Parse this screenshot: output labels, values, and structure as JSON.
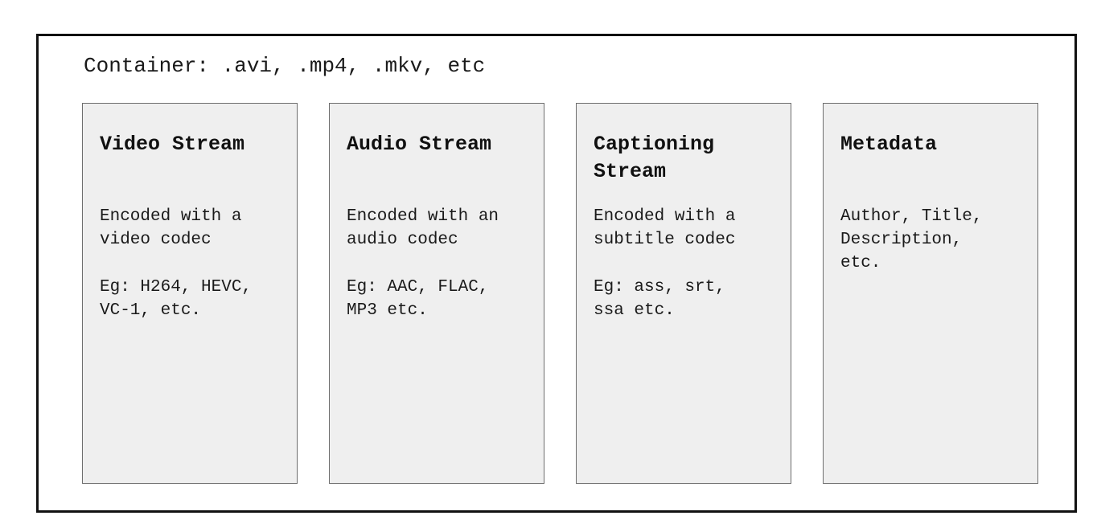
{
  "container": {
    "label": "Container: .avi, .mp4, .mkv, etc"
  },
  "streams": [
    {
      "title": "Video Stream",
      "description": "Encoded with a\nvideo codec",
      "example": "Eg: H264, HEVC,\nVC-1, etc."
    },
    {
      "title": "Audio Stream",
      "description": "Encoded with an\naudio codec",
      "example": "Eg: AAC, FLAC,\nMP3 etc."
    },
    {
      "title": "Captioning Stream",
      "description": "Encoded with a\nsubtitle codec",
      "example": "Eg: ass, srt,\nssa etc."
    },
    {
      "title": "Metadata",
      "description": "Author, Title,\nDescription,\netc.",
      "example": ""
    }
  ]
}
